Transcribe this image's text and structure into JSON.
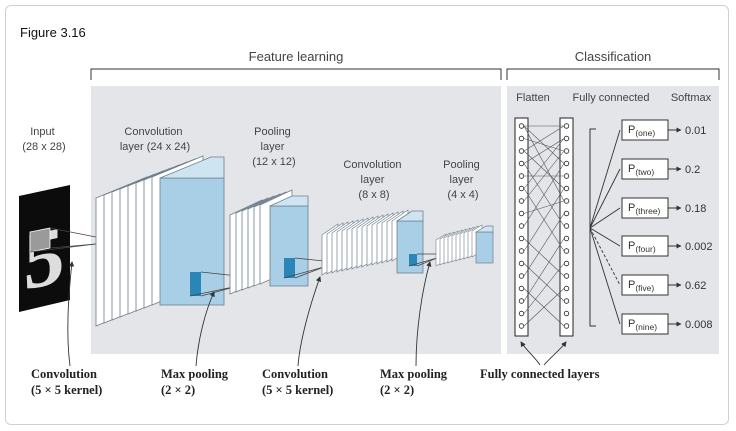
{
  "figure_label": "Figure 3.16",
  "sections": {
    "feature_learning": "Feature learning",
    "classification": "Classification"
  },
  "classification_headers": {
    "flatten": "Flatten",
    "fully_connected": "Fully connected",
    "softmax": "Softmax"
  },
  "layers": {
    "input": [
      "Input",
      "(28 x 28)"
    ],
    "conv1": [
      "Convolution",
      "layer (24 x 24)"
    ],
    "pool1": [
      "Pooling",
      "layer",
      "(12 x 12)"
    ],
    "conv2": [
      "Convolution",
      "layer",
      "(8 x 8)"
    ],
    "pool2": [
      "Pooling",
      "layer",
      "(4 x 4)"
    ]
  },
  "input_digit": "5",
  "softmax_outputs": [
    {
      "label": "P",
      "sub": "(one)",
      "value": "0.01"
    },
    {
      "label": "P",
      "sub": "(two)",
      "value": "0.2"
    },
    {
      "label": "P",
      "sub": "(three)",
      "value": "0.18"
    },
    {
      "label": "P",
      "sub": "(four)",
      "value": "0.002"
    },
    {
      "label": "P",
      "sub": "(five)",
      "value": "0.62"
    },
    {
      "label": "P",
      "sub": "(nine)",
      "value": "0.008"
    }
  ],
  "bottom_labels": {
    "conv1": [
      "Convolution",
      "(5 × 5 kernel)"
    ],
    "pool1": [
      "Max pooling",
      "(2 × 2)"
    ],
    "conv2": [
      "Convolution",
      "(5 × 5 kernel)"
    ],
    "pool2": [
      "Max pooling",
      "(2 × 2)"
    ],
    "fc": [
      "Fully connected layers"
    ]
  },
  "colors": {
    "panel": "#e3e5e8",
    "map_fill": "#a8cfe6",
    "map_edge": "#6f7f8c",
    "kernel": "#2b86b8",
    "arrow": "#333333"
  }
}
